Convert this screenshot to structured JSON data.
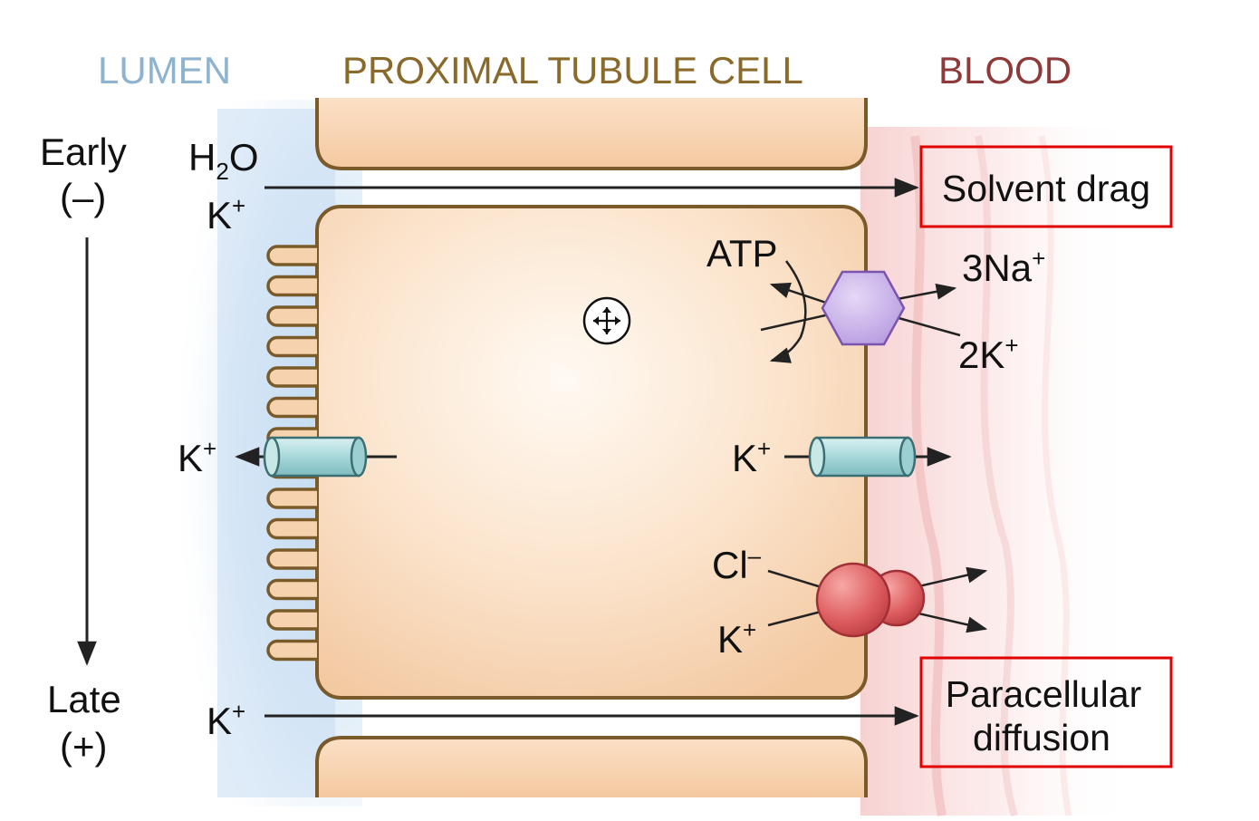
{
  "headers": {
    "lumen": "LUMEN",
    "cell": "PROXIMAL TUBULE CELL",
    "blood": "BLOOD"
  },
  "colors": {
    "lumen": "#8db3cf",
    "cell": "#8a6a2a",
    "blood": "#8e3a3a",
    "cell_fill": "#f7d6b5",
    "cell_stroke": "#7a5a28",
    "pump": "#c3a6e6",
    "channel": "#a8dadb",
    "cotransporter": "#d8555a",
    "highlight_box": "#e00000"
  },
  "gradient": {
    "early": "Early",
    "early_sign": "(–)",
    "late": "Late",
    "late_sign": "(+)"
  },
  "lumen_side": {
    "h2o_base": "H",
    "h2o_sub": "2",
    "h2o_tail": "O",
    "k_top": "K",
    "k_top_sup": "+",
    "k_channel": "K",
    "k_channel_sup": "+",
    "k_bottom": "K",
    "k_bottom_sup": "+"
  },
  "basolateral": {
    "atp": "ATP",
    "na_out": "3Na",
    "na_out_sup": "+",
    "k_in": "2K",
    "k_in_sup": "+",
    "k_channel": "K",
    "k_channel_sup": "+",
    "cl": "Cl",
    "cl_sup": "–",
    "k_cotransport": "K",
    "k_cotransport_sup": "+"
  },
  "boxes": {
    "solvent_drag": "Solvent drag",
    "paracellular_1": "Paracellular",
    "paracellular_2": "diffusion"
  },
  "icons": {
    "move": "move-icon"
  }
}
